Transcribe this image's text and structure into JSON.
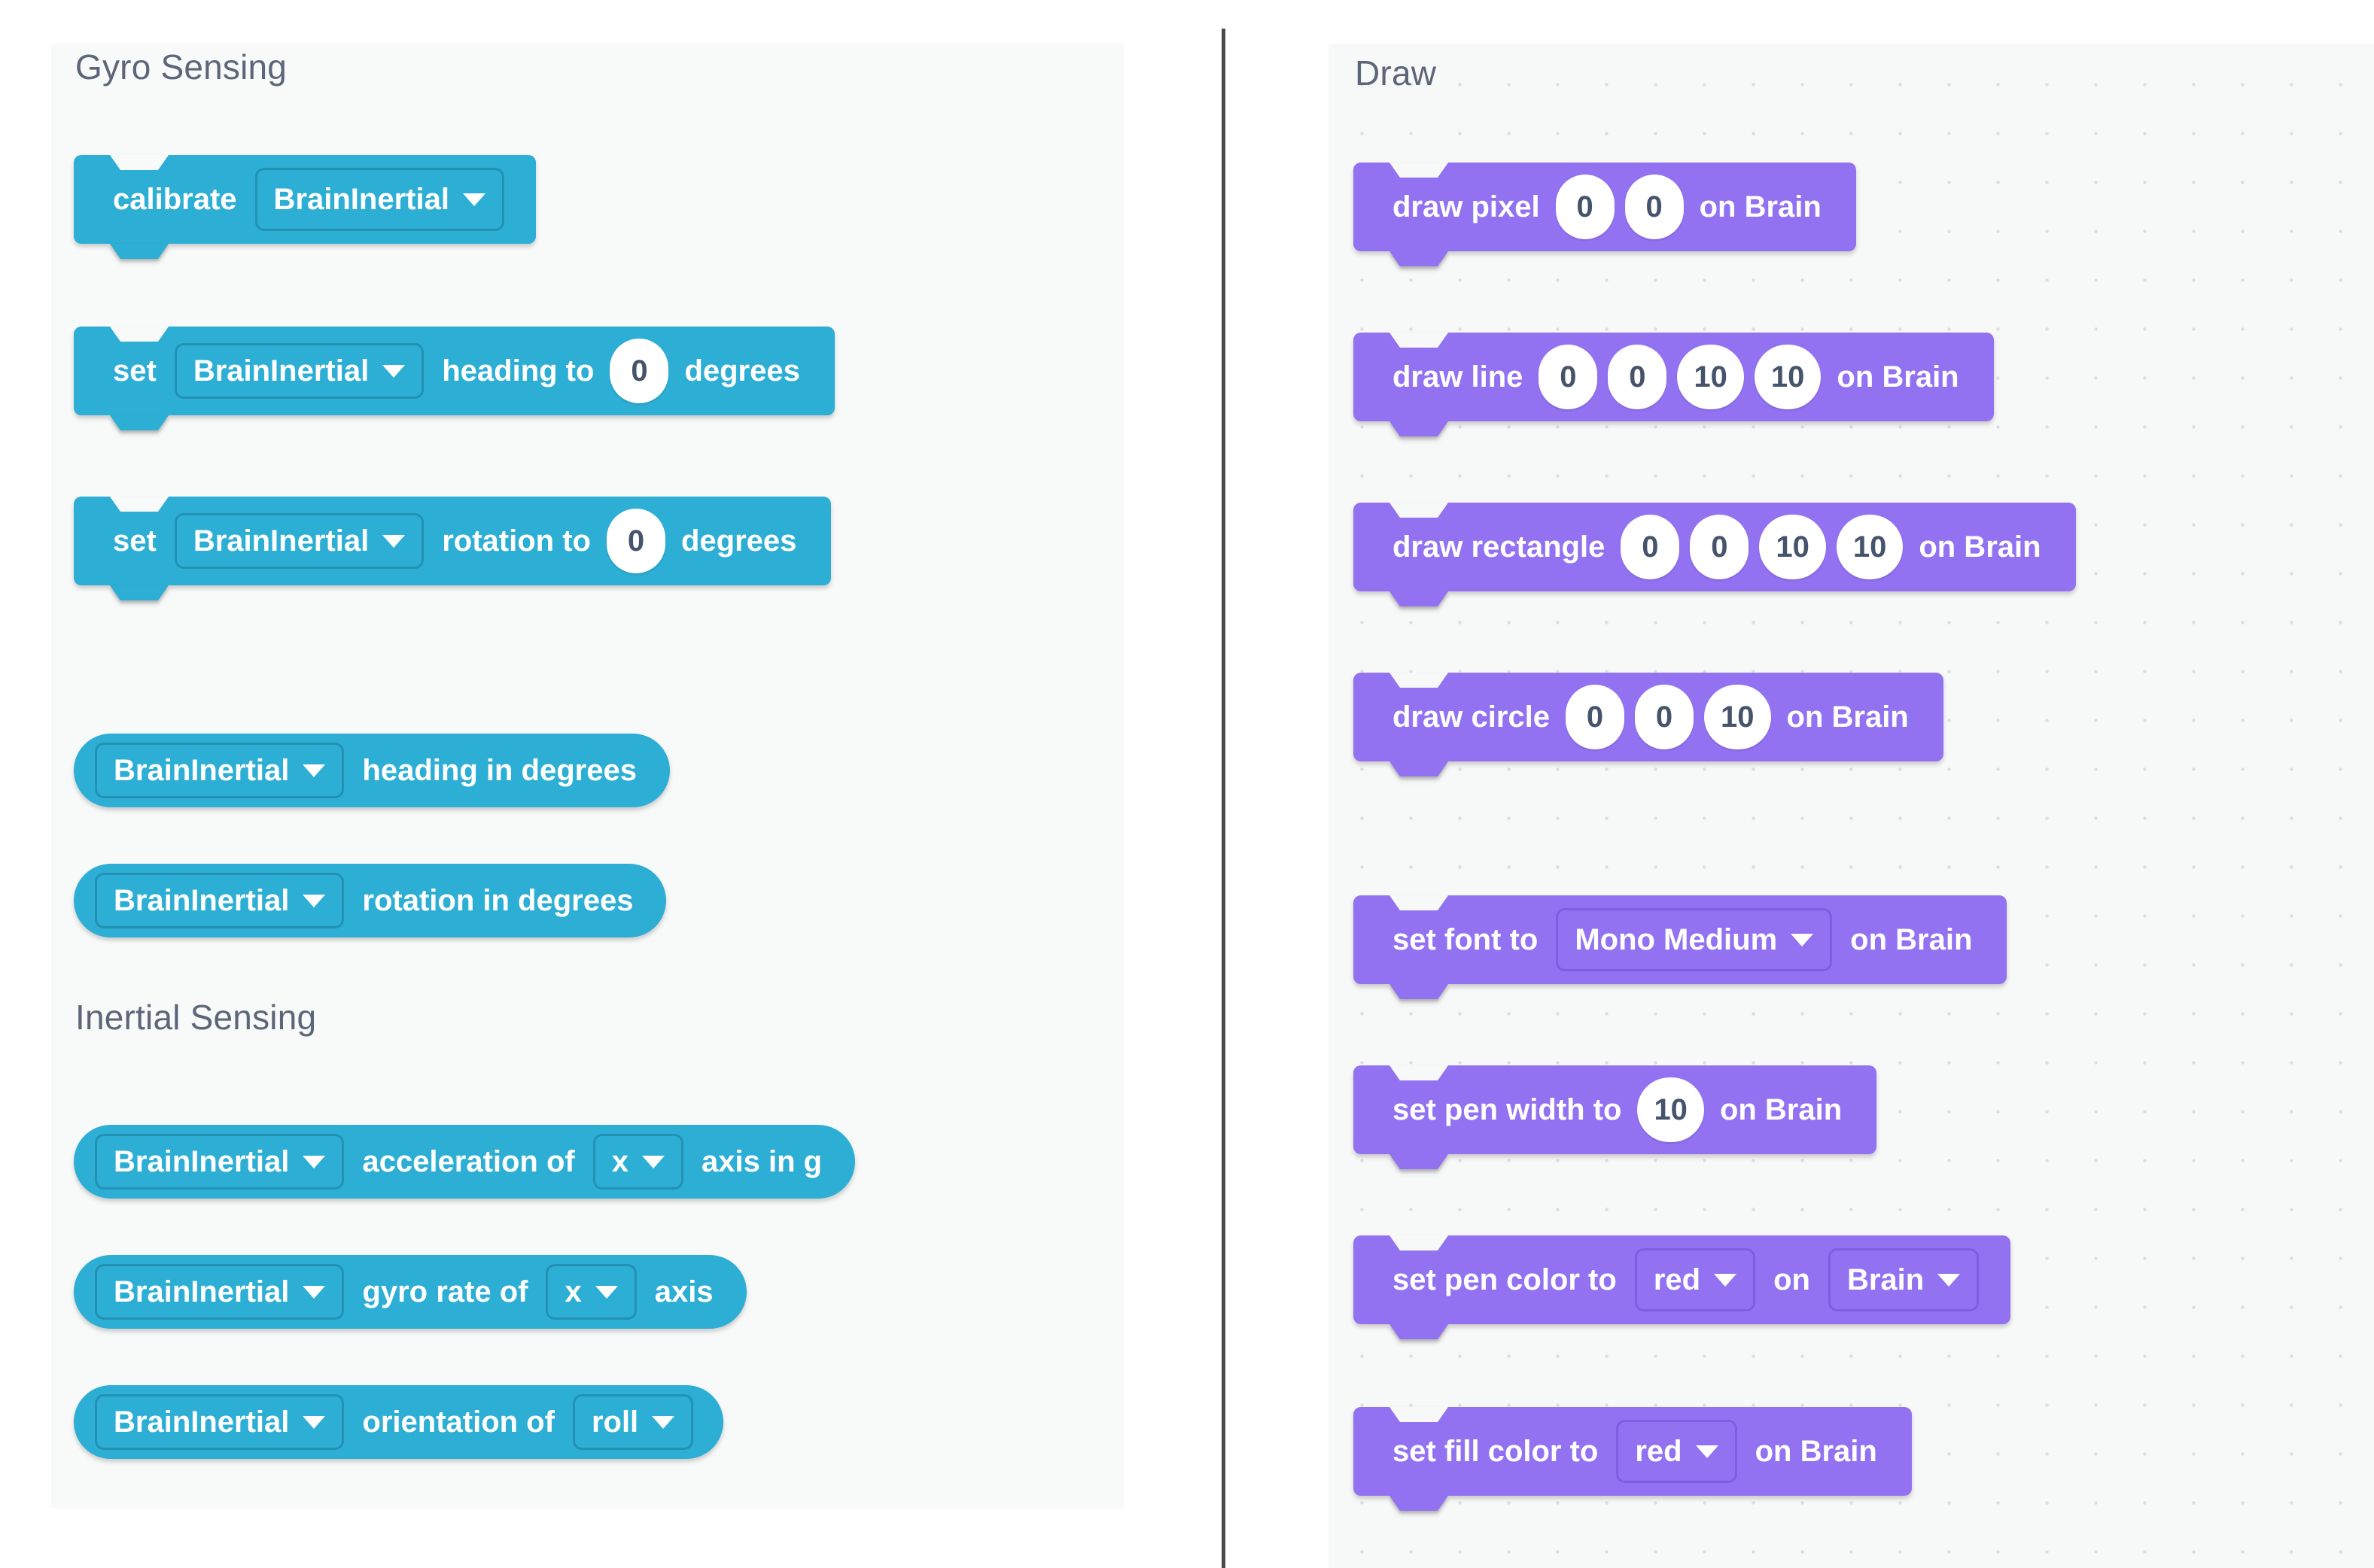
{
  "panels": {
    "left": {
      "sections": [
        {
          "id": "gyro-sensing",
          "heading": "Gyro Sensing"
        },
        {
          "id": "inertial-sensing",
          "heading": "Inertial Sensing"
        }
      ]
    },
    "right": {
      "sections": [
        {
          "id": "draw",
          "heading": "Draw"
        }
      ]
    }
  },
  "colors": {
    "cyan_block": "#2daed4",
    "purple_block": "#9372f2",
    "heading_text": "#5c6678",
    "panel_background": "#f8f9f9",
    "divider": "#4a4a4a",
    "field_text": "#ffffff",
    "number_text": "#45536b"
  },
  "gyro_blocks": {
    "calibrate": {
      "label": "calibrate",
      "device": "BrainInertial"
    },
    "set_heading": {
      "set": "set",
      "device": "BrainInertial",
      "mid": "heading to",
      "value": "0",
      "unit": "degrees"
    },
    "set_rotation": {
      "set": "set",
      "device": "BrainInertial",
      "mid": "rotation to",
      "value": "0",
      "unit": "degrees"
    },
    "heading_reporter": {
      "device": "BrainInertial",
      "label": "heading in degrees"
    },
    "rotation_reporter": {
      "device": "BrainInertial",
      "label": "rotation in degrees"
    }
  },
  "inertial_blocks": {
    "acceleration": {
      "device": "BrainInertial",
      "mid": "acceleration of",
      "axis": "x",
      "tail": "axis in g"
    },
    "gyro_rate": {
      "device": "BrainInertial",
      "mid": "gyro rate of",
      "axis": "x",
      "tail": "axis"
    },
    "orientation": {
      "device": "BrainInertial",
      "mid": "orientation of",
      "axis": "roll"
    }
  },
  "draw_blocks": {
    "draw_pixel": {
      "label": "draw pixel",
      "x": "0",
      "y": "0",
      "tail": "on Brain"
    },
    "draw_line": {
      "label": "draw line",
      "x1": "0",
      "y1": "0",
      "x2": "10",
      "y2": "10",
      "tail": "on Brain"
    },
    "draw_rectangle": {
      "label": "draw rectangle",
      "x": "0",
      "y": "0",
      "width": "10",
      "height": "10",
      "tail": "on Brain"
    },
    "draw_circle": {
      "label": "draw circle",
      "x": "0",
      "y": "0",
      "radius": "10",
      "tail": "on Brain"
    },
    "set_font": {
      "label": "set font to",
      "font": "Mono Medium",
      "tail": "on Brain"
    },
    "set_pen_width": {
      "label": "set pen width to",
      "value": "10",
      "tail": "on Brain"
    },
    "set_pen_color": {
      "label": "set pen color to",
      "color": "red",
      "mid": "on",
      "device": "Brain"
    },
    "set_fill_color": {
      "label": "set fill color to",
      "color": "red",
      "tail": "on Brain"
    }
  },
  "icons": {
    "dropdown_caret": "chevron-down-icon"
  }
}
